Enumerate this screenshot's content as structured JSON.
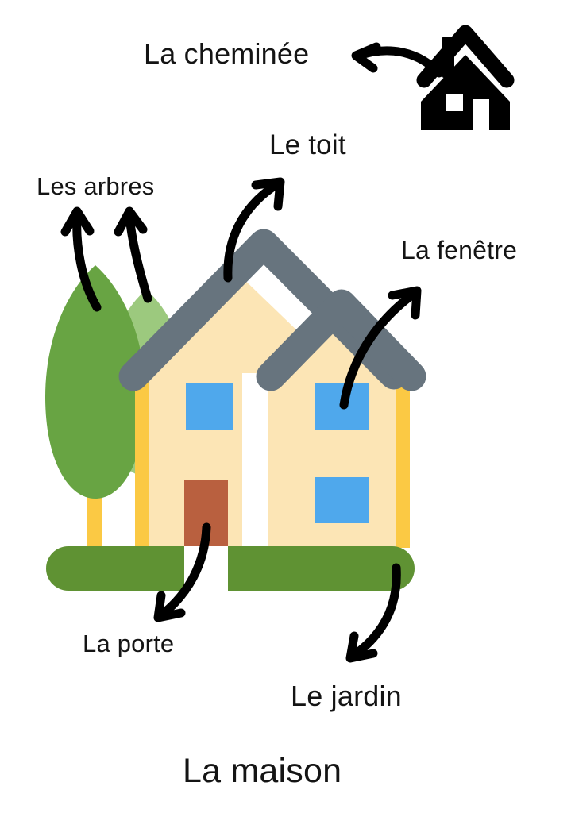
{
  "page": {
    "title": "La maison",
    "language": "French",
    "background_color": "#ffffff"
  },
  "labels": {
    "chimney": "La cheminée",
    "roof": "Le toit",
    "trees": "Les arbres",
    "window": "La fenêtre",
    "door": "La porte",
    "garden": "Le jardin",
    "house": "La maison"
  },
  "colors": {
    "wall": "#fce5b5",
    "wall_edge": "#fbc944",
    "roof": "#67747e",
    "window": "#4fa8ec",
    "door": "#b9603f",
    "ground": "#5f9233",
    "tree_dark": "#68a443",
    "tree_light": "#9cc97e",
    "tree_trunk": "#fbc944",
    "arrow": "#000000",
    "text": "#141414",
    "icon": "#000000"
  },
  "icons": {
    "house_glyph": "house-icon",
    "arrow_chimney": "curved-arrow-left-icon",
    "arrow_roof": "curved-arrow-up-right-icon",
    "arrow_tree_left": "curved-arrow-up-icon",
    "arrow_tree_right": "curved-arrow-up-icon",
    "arrow_window": "curved-arrow-up-right-icon",
    "arrow_door": "curved-arrow-down-left-icon",
    "arrow_garden": "curved-arrow-down-left-icon"
  },
  "illustration": {
    "house": {
      "windows_count": 3,
      "doors_count": 1,
      "gables_count": 2
    },
    "trees_count": 2
  }
}
